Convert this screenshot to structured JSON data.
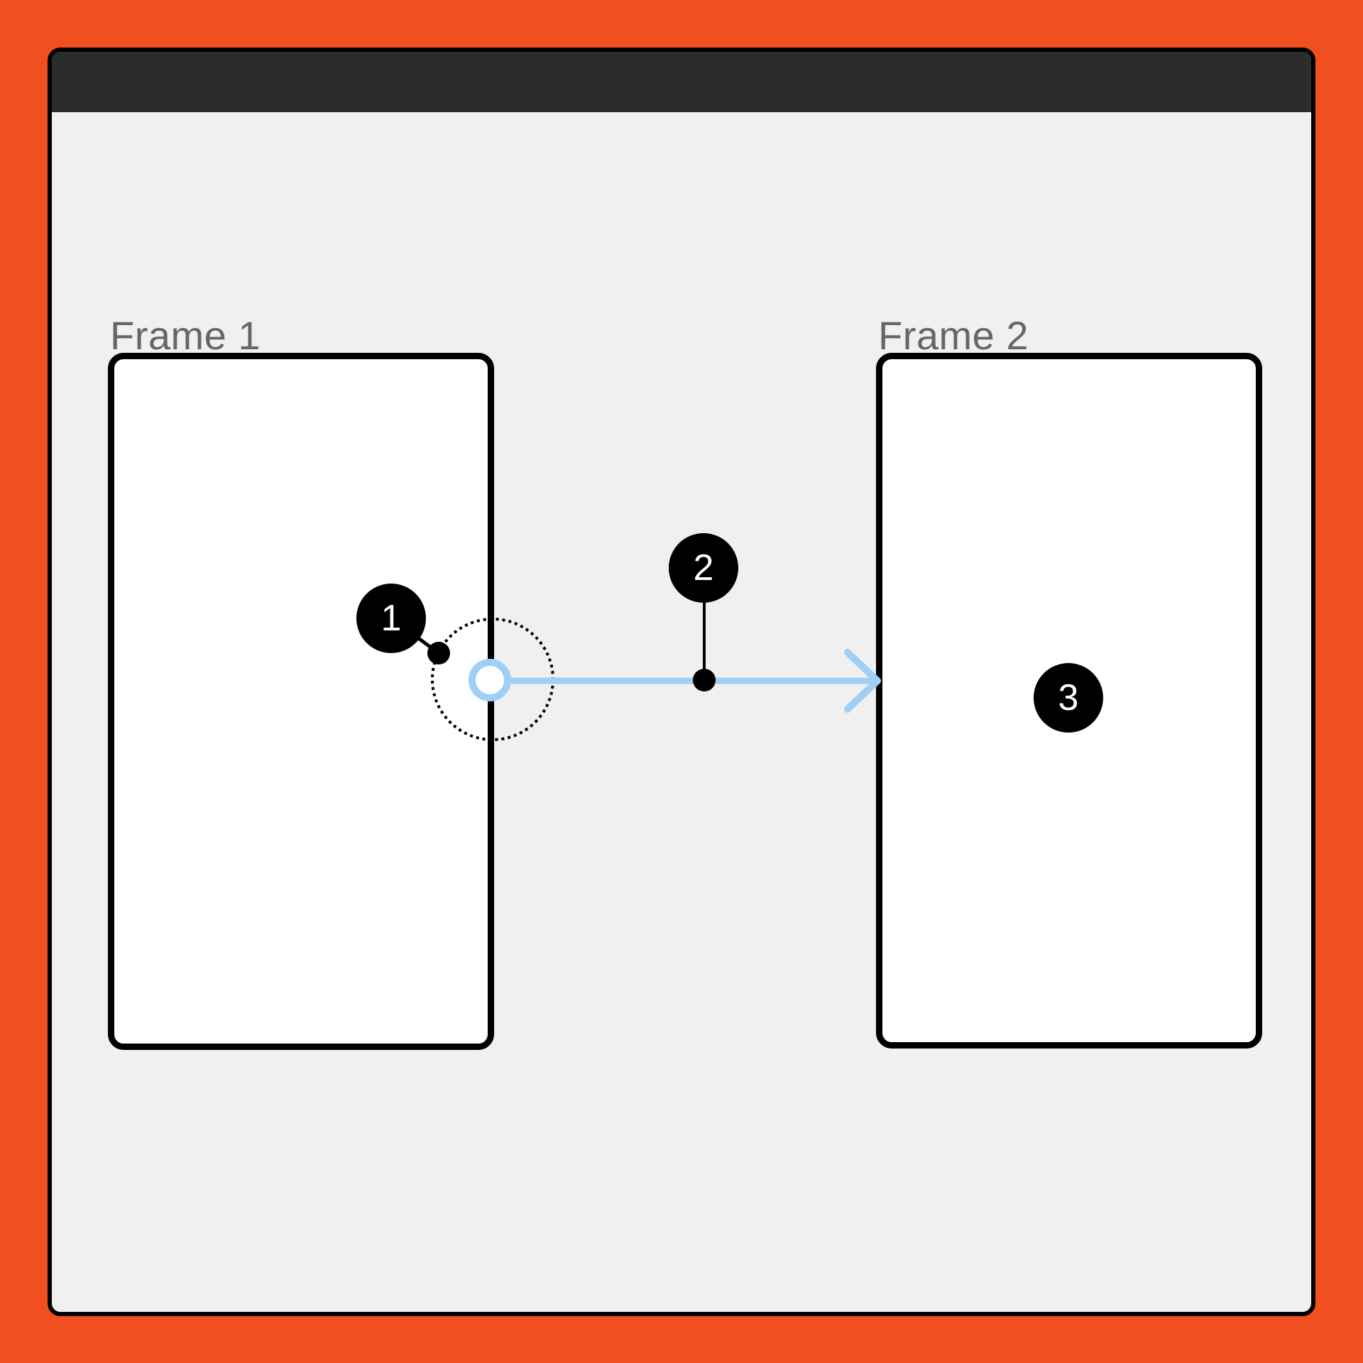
{
  "window": {
    "titlebar_color": "#2c2c2c",
    "canvas_color": "#f0f0f0",
    "background_color": "#f24f20"
  },
  "frames": [
    {
      "label": "Frame 1"
    },
    {
      "label": "Frame 2"
    }
  ],
  "badges": [
    {
      "number": "1"
    },
    {
      "number": "2"
    },
    {
      "number": "3"
    }
  ],
  "connector": {
    "color": "#a0cff5",
    "from": "Frame 1",
    "to": "Frame 2",
    "start_handle": "ring",
    "end_cap": "arrow"
  }
}
